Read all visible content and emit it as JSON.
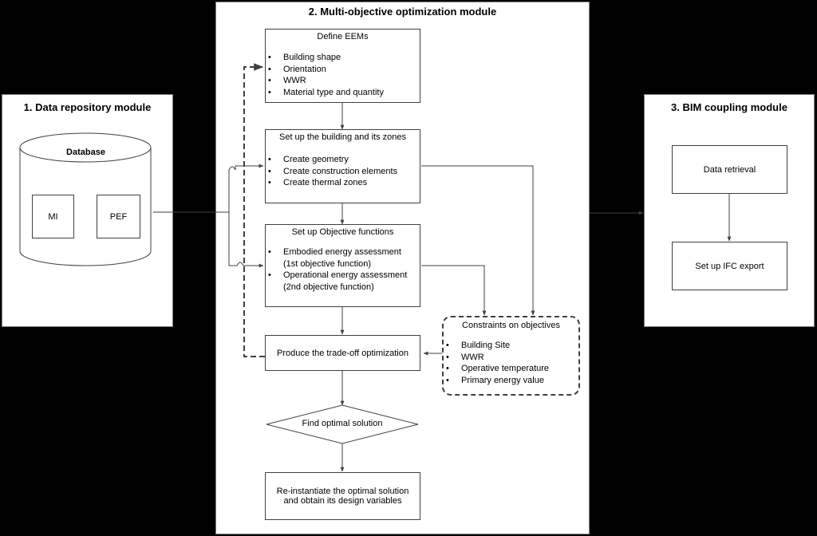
{
  "panels": {
    "data_repository": {
      "title": "1. Data repository module",
      "database_label": "Database",
      "items": [
        "MI",
        "PEF"
      ]
    },
    "optimization": {
      "title": "2. Multi-objective optimization module",
      "define_eems": {
        "title": "Define EEMs",
        "items": [
          "Building shape",
          "Orientation",
          "WWR",
          "Material type and quantity"
        ]
      },
      "setup_building": {
        "title": "Set up the building and its zones",
        "items": [
          "Create geometry",
          "Create construction elements",
          "Create thermal zones"
        ]
      },
      "objective_functions": {
        "title": "Set up Objective functions",
        "items": [
          "Embodied energy assessment (1st objective function)",
          "Operational energy assessment (2nd objective function)"
        ]
      },
      "tradeoff": "Produce the trade-off optimization",
      "find_optimal": "Find optimal solution",
      "reinstantiate": "Re-instantiate the optimal solution and obtain its design variables",
      "constraints": {
        "title": "Constraints on objectives",
        "items": [
          "Building Site",
          "WWR",
          "Operative temperature",
          "Primary energy value"
        ]
      }
    },
    "bim": {
      "title": "3. BIM coupling module",
      "data_retrieval": "Data retrieval",
      "ifc_export": "Set up IFC export"
    }
  },
  "colors": {
    "background": "#000000",
    "panel": "#ffffff",
    "line": "#404040"
  }
}
